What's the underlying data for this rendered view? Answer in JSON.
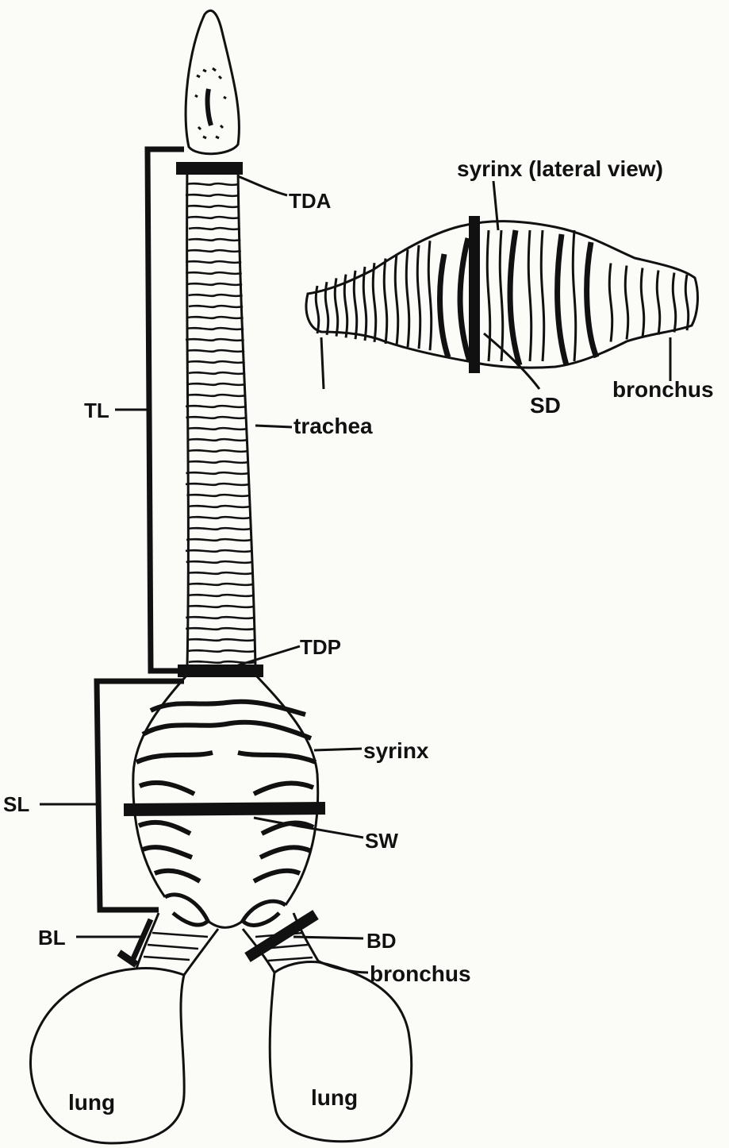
{
  "colors": {
    "ink": "#111111",
    "paper": "#fbfbf8"
  },
  "labels": {
    "tda": "TDA",
    "syrinx_lateral": "syrinx (lateral view)",
    "tl": "TL",
    "trachea": "trachea",
    "sd": "SD",
    "bronchus_inset": "bronchus",
    "tdp": "TDP",
    "syrinx": "syrinx",
    "sl": "SL",
    "sw": "SW",
    "bl": "BL",
    "bd": "BD",
    "bronchus": "bronchus",
    "lung_left": "lung",
    "lung_right": "lung"
  }
}
